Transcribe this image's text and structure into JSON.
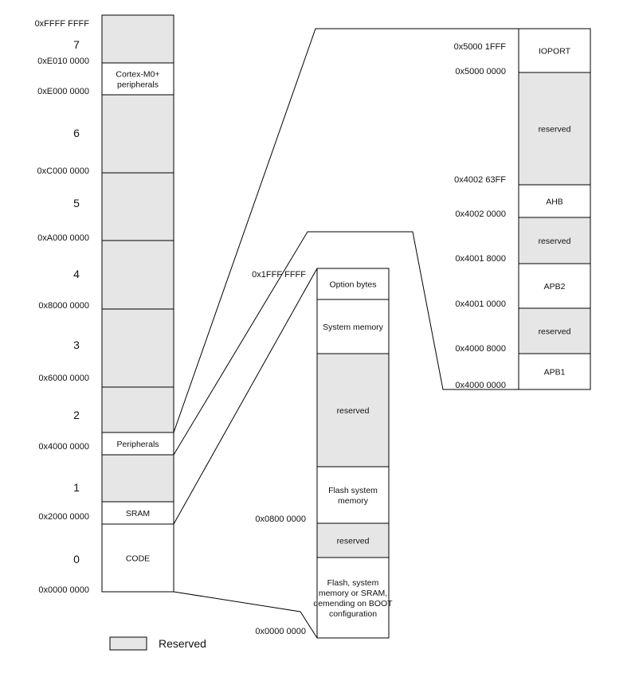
{
  "colors": {
    "reserved_fill": "#e6e6e6",
    "normal_fill": "#ffffff",
    "line": "#000000"
  },
  "main_map": {
    "blocks": [
      {
        "text": "",
        "reserved": true
      },
      {
        "text": "Cortex-M0+ peripherals",
        "reserved": false
      },
      {
        "text": "",
        "reserved": true
      },
      {
        "text": "",
        "reserved": true
      },
      {
        "text": "",
        "reserved": true
      },
      {
        "text": "",
        "reserved": true
      },
      {
        "text": "",
        "reserved": true
      },
      {
        "text": "Peripherals",
        "reserved": false
      },
      {
        "text": "",
        "reserved": true
      },
      {
        "text": "SRAM",
        "reserved": false
      },
      {
        "text": "CODE",
        "reserved": false
      }
    ],
    "addresses": [
      "0xFFFF FFFF",
      "0xE010 0000",
      "0xE000 0000",
      "0xC000 0000",
      "0xA000 0000",
      "0x8000 0000",
      "0x6000 0000",
      "0x4000 0000",
      "0x2000 0000",
      "0x0000 0000"
    ],
    "region_numbers": [
      "7",
      "6",
      "5",
      "4",
      "3",
      "2",
      "1",
      "0"
    ]
  },
  "code_map": {
    "blocks": [
      {
        "text": "Option bytes",
        "reserved": false
      },
      {
        "text": "System memory",
        "reserved": false
      },
      {
        "text": "reserved",
        "reserved": true
      },
      {
        "text": "Flash system memory",
        "reserved": false
      },
      {
        "text": "reserved",
        "reserved": true
      },
      {
        "text": "Flash, system memory or SRAM, demending on BOOT configuration",
        "reserved": false
      }
    ],
    "addresses": [
      "0x1FFF FFFF",
      "0x0800 0000",
      "0x0000 0000"
    ]
  },
  "peripheral_map": {
    "blocks": [
      {
        "text": "IOPORT",
        "reserved": false
      },
      {
        "text": "reserved",
        "reserved": true
      },
      {
        "text": "AHB",
        "reserved": false
      },
      {
        "text": "reserved",
        "reserved": true
      },
      {
        "text": "APB2",
        "reserved": false
      },
      {
        "text": "reserved",
        "reserved": true
      },
      {
        "text": "APB1",
        "reserved": false
      }
    ],
    "addresses": [
      "0x5000 1FFF",
      "0x5000 0000",
      "0x4002 63FF",
      "0x4002 0000",
      "0x4001 8000",
      "0x4001 0000",
      "0x4000 8000",
      "0x4000 0000"
    ]
  },
  "legend": {
    "label": "Reserved"
  }
}
